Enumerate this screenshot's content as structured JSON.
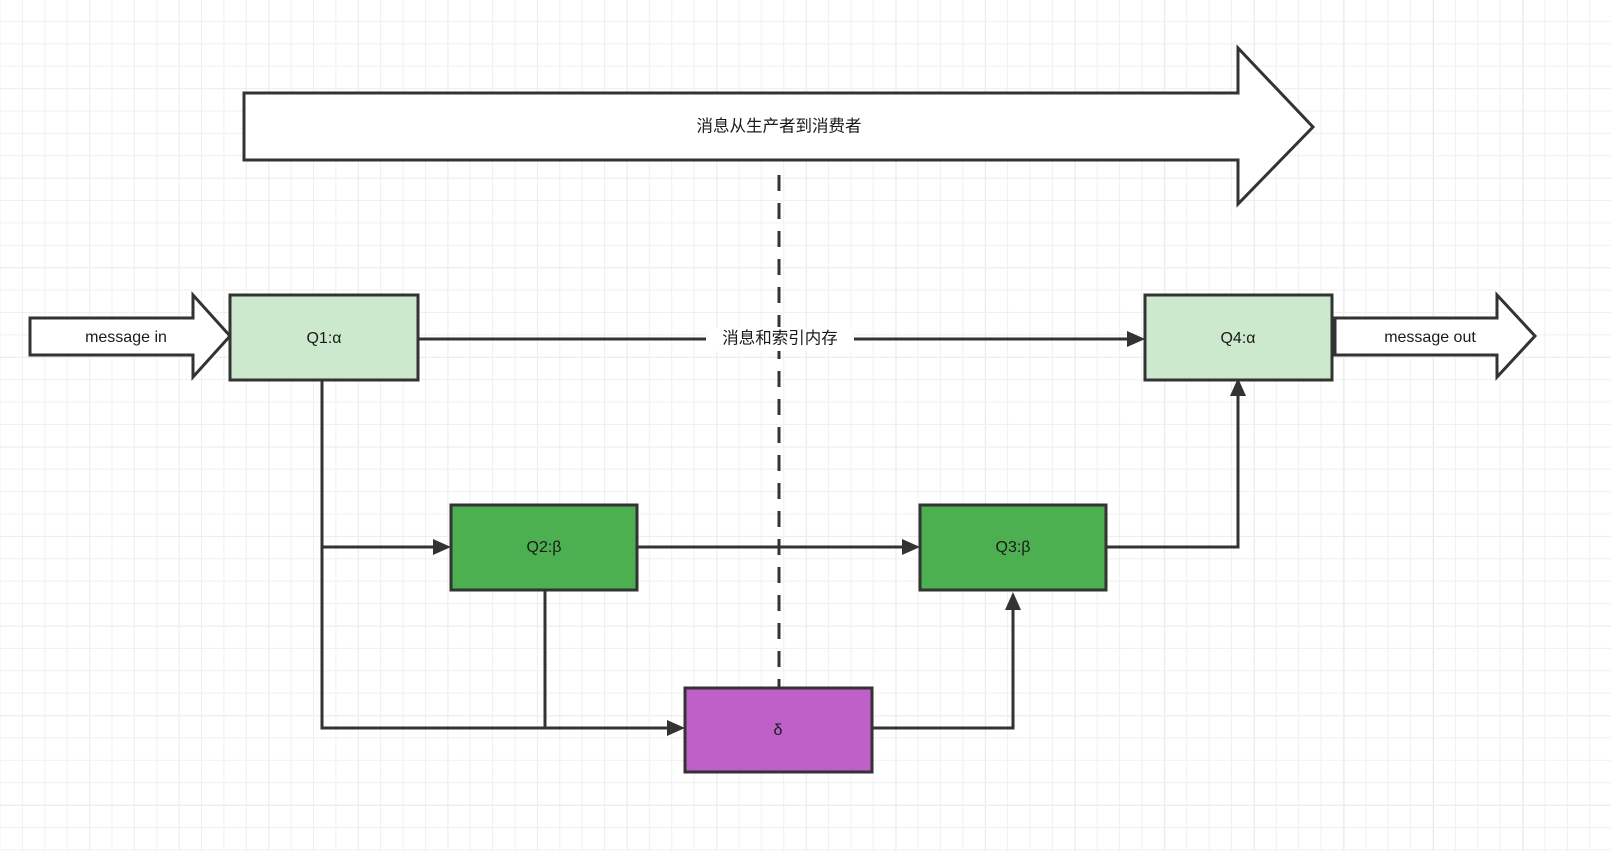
{
  "diagram": {
    "title_arrow": {
      "label": "消息从生产者到消费者",
      "name": "producer-to-consumer-arrow"
    },
    "inbound_arrow": {
      "label": "message in"
    },
    "outbound_arrow": {
      "label": "message out"
    },
    "middle_edge_label": "消息和索引内存",
    "divider": {
      "style": "dashed-vertical"
    },
    "nodes": [
      {
        "id": "q1",
        "label": "Q1:α",
        "fill": "#cce8cd",
        "stroke": "#333333"
      },
      {
        "id": "q2",
        "label": "Q2:β",
        "fill": "#4caf50",
        "stroke": "#333333"
      },
      {
        "id": "q3",
        "label": "Q3:β",
        "fill": "#4caf50",
        "stroke": "#333333"
      },
      {
        "id": "q4",
        "label": "Q4:α",
        "fill": "#cce8cd",
        "stroke": "#333333"
      },
      {
        "id": "delta",
        "label": "δ",
        "fill": "#bf5fc8",
        "stroke": "#333333"
      }
    ],
    "colors": {
      "light_green": "#cce8cd",
      "green": "#4caf50",
      "purple": "#bf5fc8",
      "outline": "#333333",
      "grid_minor": "#f0f0f0",
      "grid_major": "#e4e4e4",
      "background": "#ffffff"
    }
  }
}
